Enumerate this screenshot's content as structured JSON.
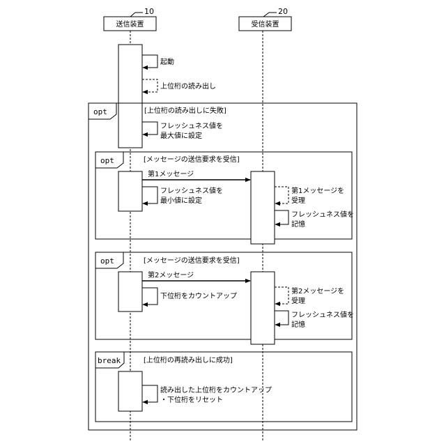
{
  "participants": {
    "sender": {
      "name": "送信装置",
      "ref": "10"
    },
    "receiver": {
      "name": "受信装置",
      "ref": "20"
    }
  },
  "messages": {
    "startup": "起動",
    "read_upper": "上位桁の読み出し",
    "set_max_l1": "フレッシュネス値を",
    "set_max_l2": "最大値に設定",
    "msg1": "第1メッセージ",
    "set_min_l1": "フレッシュネス値を",
    "set_min_l2": "最小値に設定",
    "accept1_l1": "第1メッセージを",
    "accept1_l2": "受理",
    "store1_l1": "フレッシュネス値を",
    "store1_l2": "記憶",
    "msg2": "第2メッセージ",
    "countup_lower": "下位桁をカウントアップ",
    "accept2_l1": "第2メッセージを",
    "accept2_l2": "受理",
    "store2_l1": "フレッシュネス値を",
    "store2_l2": "記憶",
    "final_l1": "読み出した上位桁をカウントアップ",
    "final_l2": "・下位桁をリセット"
  },
  "fragments": {
    "opt_outer": {
      "keyword": "opt",
      "guard": "[上位桁の読み出しに失敗]"
    },
    "opt_1": {
      "keyword": "opt",
      "guard": "[メッセージの送信要求を受信]"
    },
    "opt_2": {
      "keyword": "opt",
      "guard": "[メッセージの送信要求を受信]"
    },
    "break_1": {
      "keyword": "break",
      "guard": "[上位桁の再読み出しに成功]"
    }
  }
}
